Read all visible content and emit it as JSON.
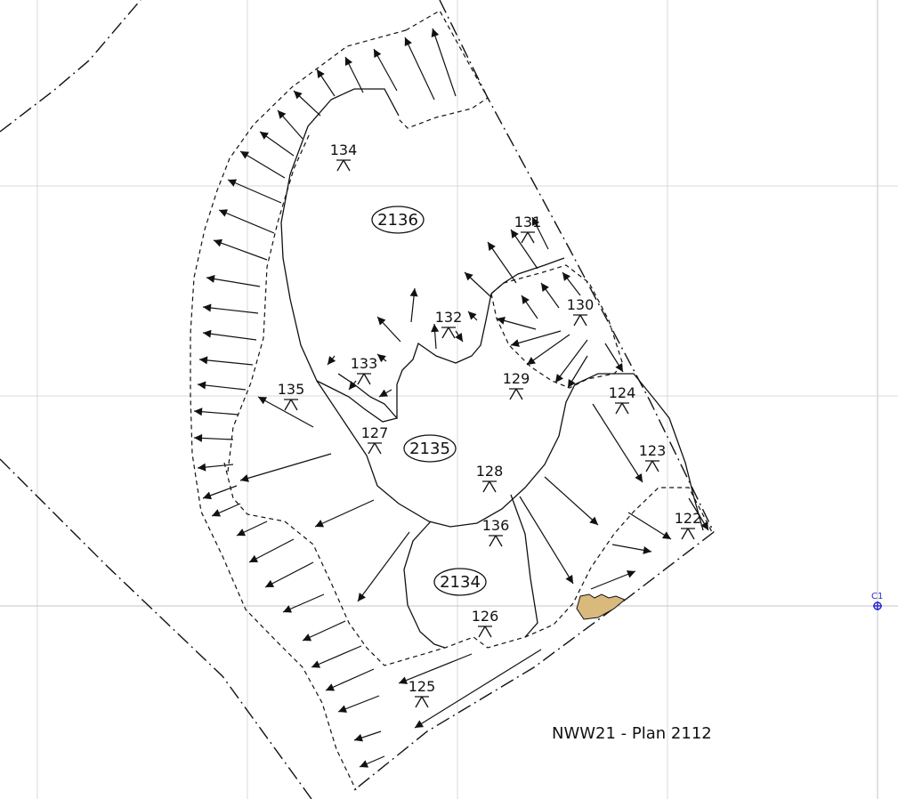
{
  "plan": {
    "title": "NWW21 - Plan 2112",
    "grid_point_label": "C1"
  },
  "contexts": [
    {
      "id": "c2136",
      "label": "2136"
    },
    {
      "id": "c2135",
      "label": "2135"
    },
    {
      "id": "c2134",
      "label": "2134"
    }
  ],
  "levels": [
    {
      "id": "l134",
      "label": "134"
    },
    {
      "id": "l131",
      "label": "131"
    },
    {
      "id": "l132",
      "label": "132"
    },
    {
      "id": "l130",
      "label": "130"
    },
    {
      "id": "l133",
      "label": "133"
    },
    {
      "id": "l129",
      "label": "129"
    },
    {
      "id": "l135",
      "label": "135"
    },
    {
      "id": "l124",
      "label": "124"
    },
    {
      "id": "l127",
      "label": "127"
    },
    {
      "id": "l123",
      "label": "123"
    },
    {
      "id": "l128",
      "label": "128"
    },
    {
      "id": "l122",
      "label": "122"
    },
    {
      "id": "l136",
      "label": "136"
    },
    {
      "id": "l126",
      "label": "126"
    },
    {
      "id": "l125",
      "label": "125"
    }
  ],
  "colors": {
    "line": "#111111",
    "grid": "#d9d9d9",
    "grid_point": "#2a2ad6",
    "deposit_fill": "#d9b97c"
  }
}
